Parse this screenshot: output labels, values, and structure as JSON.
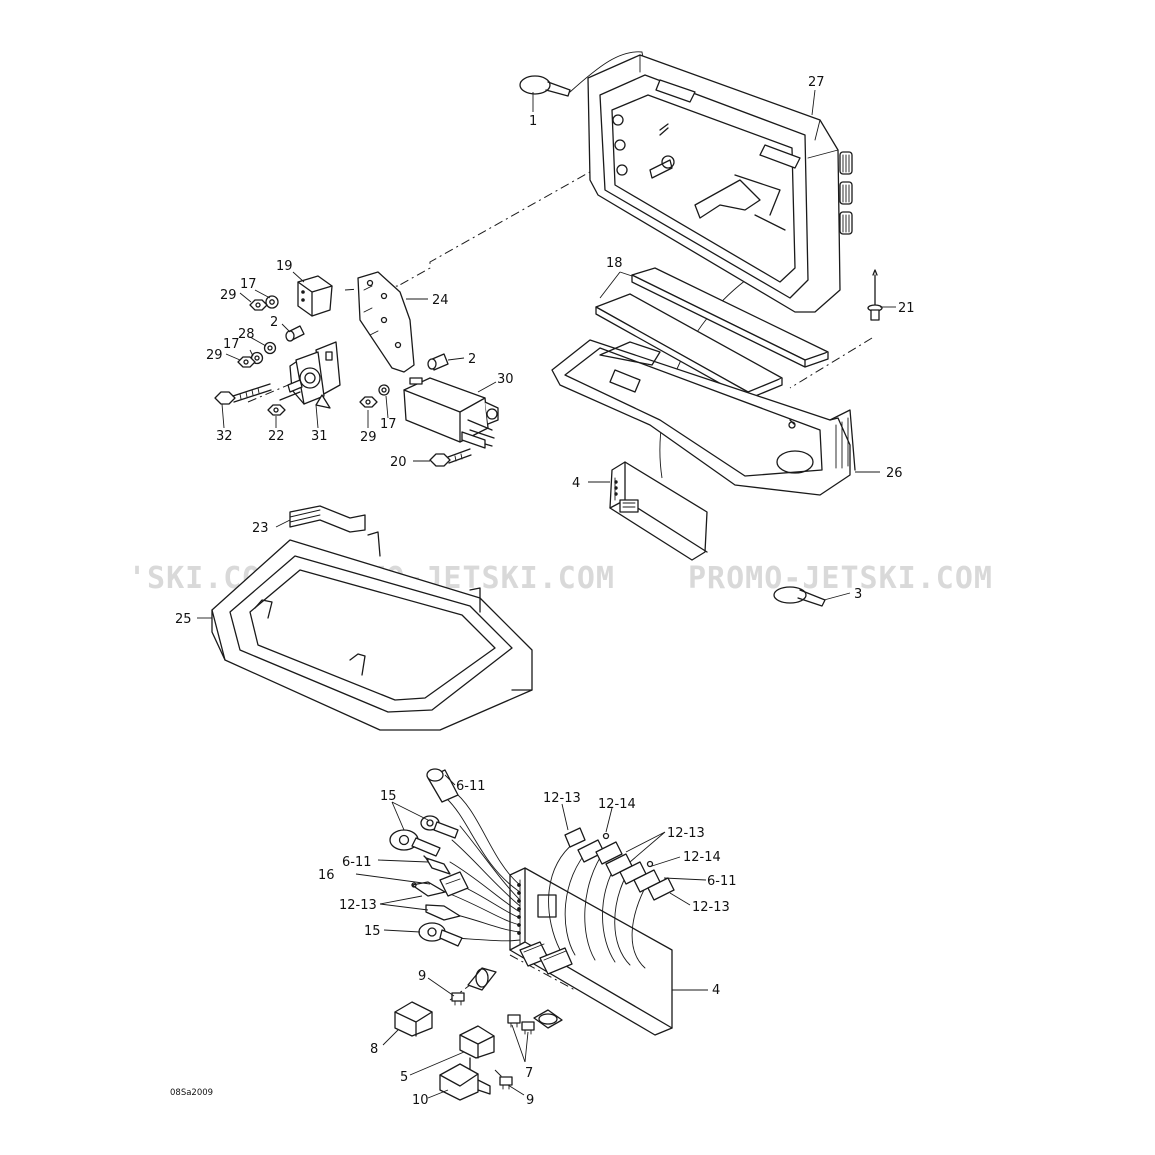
{
  "watermarks": [
    "'SKI.COM",
    "PROMO-JETSKI.COM",
    "PROMO-JETSKI.COM"
  ],
  "drawing_code": "08Sa2009",
  "callouts": {
    "c1": "1",
    "c27": "27",
    "c18": "18",
    "c21": "21",
    "c19": "19",
    "c24": "24",
    "c17a": "17",
    "c29a": "29",
    "c28": "28",
    "c2a": "2",
    "c17b": "17",
    "c29b": "29",
    "c2b": "2",
    "c30": "30",
    "c32": "32",
    "c22": "22",
    "c31": "31",
    "c29c": "29",
    "c17c": "17",
    "c20": "20",
    "c4a": "4",
    "c26": "26",
    "c23": "23",
    "c25": "25",
    "c3": "3",
    "c6_11a": "6-11",
    "c15a": "15",
    "c12_13a": "12-13",
    "c12_14a": "12-14",
    "c12_13b": "12-13",
    "c12_14b": "12-14",
    "c6_11b": "6-11",
    "c6_11c": "6-11",
    "c16": "16",
    "c12_13c": "12-13",
    "c12_13d": "12-13",
    "c15b": "15",
    "c4b": "4",
    "c9a": "9",
    "c8": "8",
    "c7": "7",
    "c5": "5",
    "c10": "10",
    "c9b": "9"
  }
}
